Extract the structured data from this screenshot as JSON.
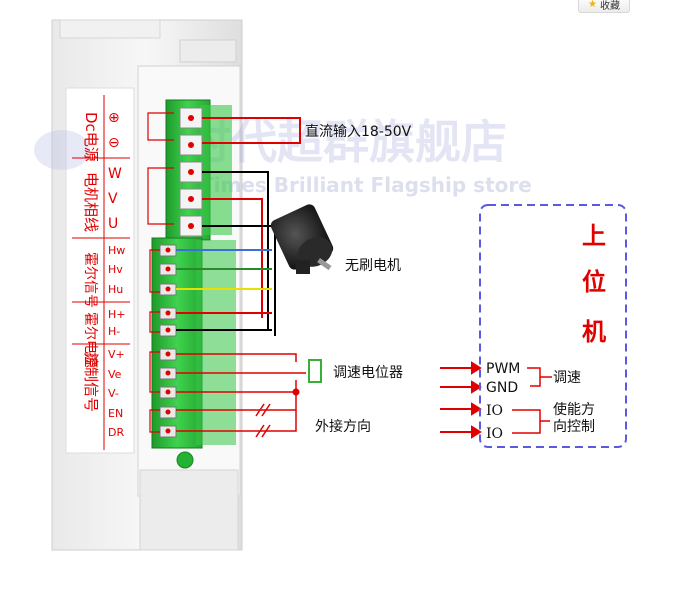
{
  "favorite_button": "收藏",
  "watermark": {
    "cn": "时代超群旗舰店",
    "en": "Times Brilliant Flagship store"
  },
  "driver": {
    "group_labels": [
      "Dc电源",
      "电机相线",
      "霍尔信号",
      "霍尔电源",
      "控制信号"
    ],
    "pins": [
      "⊕",
      "⊖",
      "W",
      "V",
      "U",
      "Hw",
      "Hv",
      "Hu",
      "H+",
      "H-",
      "V+",
      "Ve",
      "V-",
      "EN",
      "DR"
    ]
  },
  "annotations": {
    "power_input": "直流输入18-50V",
    "motor": "无刷电机",
    "potentiometer": "调速电位器",
    "external_direction": "外接方向"
  },
  "host": {
    "title_chars": [
      "上",
      "位",
      "机"
    ],
    "signals": [
      "PWM",
      "GND",
      "IO",
      "IO"
    ],
    "speed_label": "调速",
    "enable_label_1": "使能方",
    "enable_label_2": "向控制"
  },
  "colors": {
    "red": "#e00000",
    "terminal_green": "#2fbf3d",
    "host_border": "#5a5ae0",
    "hall_blue": "#3a6fd8",
    "hall_yellow": "#e8e000",
    "hall_green": "#2a8a2a"
  }
}
